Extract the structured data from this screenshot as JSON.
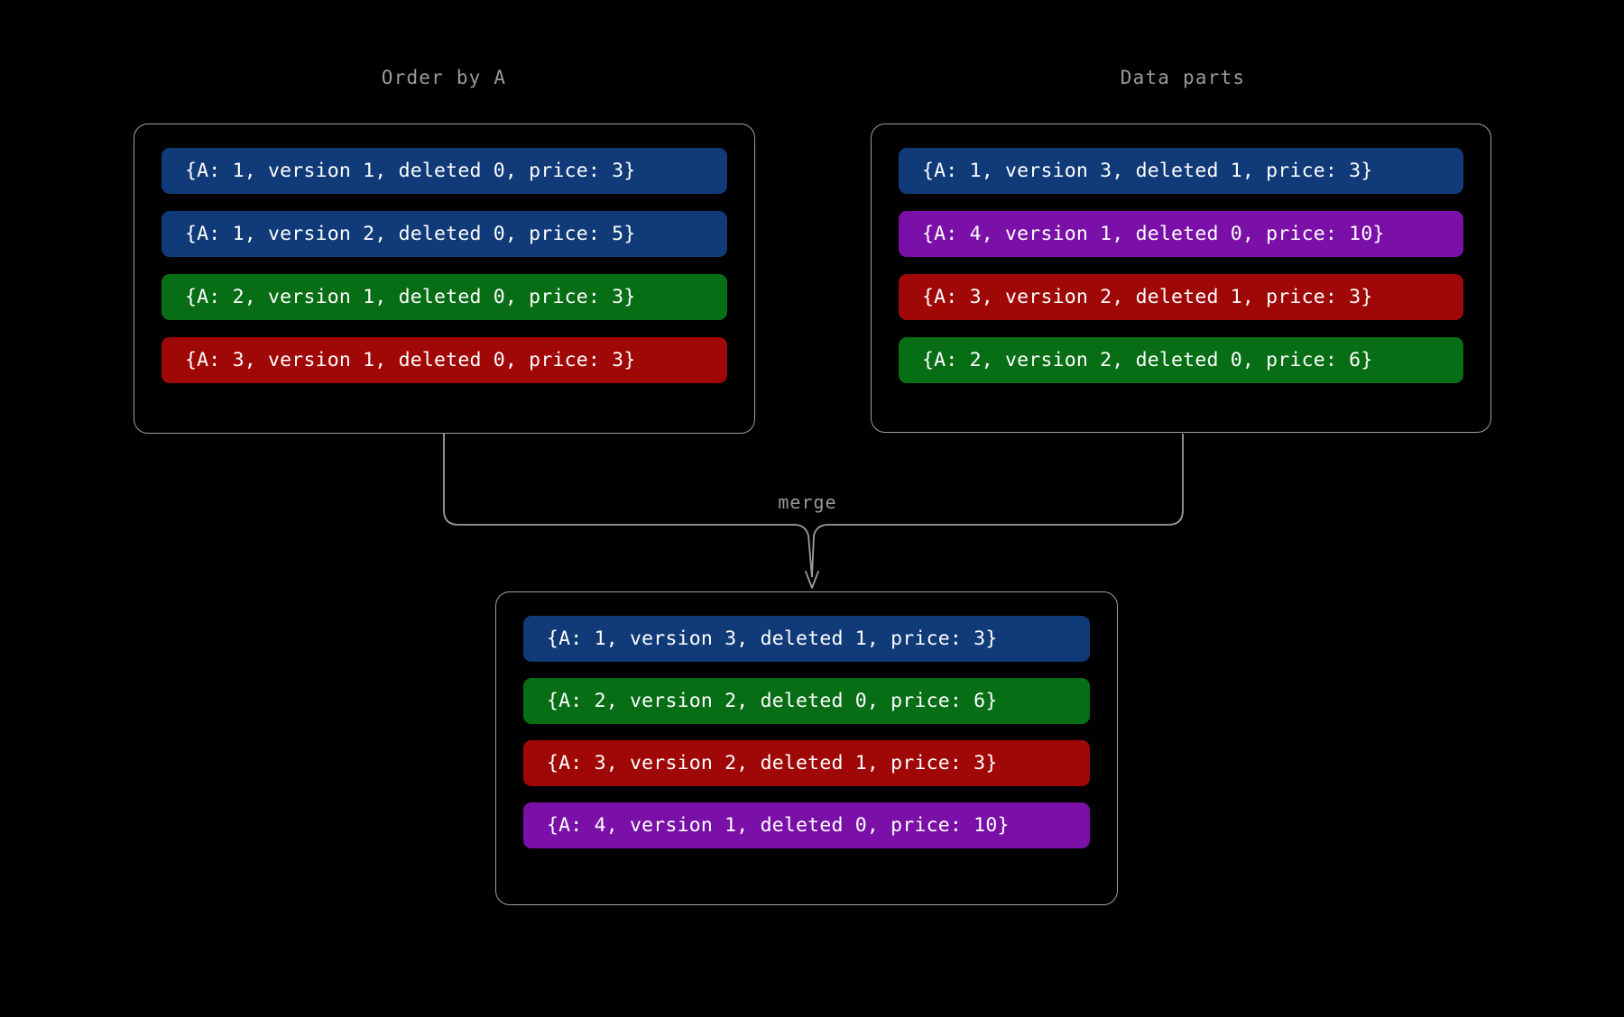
{
  "canvas": {
    "background": "#000000",
    "line_color": "#9e9e9e",
    "label_color": "#9a9a9a",
    "text_color": "#ffffff"
  },
  "palette": {
    "blue": "#103a78",
    "green": "#076e16",
    "red": "#a00808",
    "purple": "#7a10a8"
  },
  "groups": {
    "left": {
      "title": "Order by A",
      "rows": [
        {
          "text": "{A: 1, version 1, deleted 0, price: 3}",
          "color": "blue"
        },
        {
          "text": "{A: 1, version 2, deleted 0, price: 5}",
          "color": "blue"
        },
        {
          "text": "{A: 2, version 1, deleted 0, price: 3}",
          "color": "green"
        },
        {
          "text": "{A: 3, version 1, deleted 0, price: 3}",
          "color": "red"
        }
      ]
    },
    "right": {
      "title": "Data parts",
      "rows": [
        {
          "text": "{A: 1, version 3, deleted 1, price: 3}",
          "color": "blue"
        },
        {
          "text": "{A: 4, version 1, deleted 0, price: 10}",
          "color": "purple"
        },
        {
          "text": "{A: 3, version 2, deleted 1, price: 3}",
          "color": "red"
        },
        {
          "text": "{A: 2, version 2, deleted 0, price: 6}",
          "color": "green"
        }
      ]
    },
    "merged": {
      "rows": [
        {
          "text": "{A: 1, version 3, deleted 1, price: 3}",
          "color": "blue"
        },
        {
          "text": "{A: 2, version 2, deleted 0, price: 6}",
          "color": "green"
        },
        {
          "text": "{A: 3, version 2, deleted 1, price: 3}",
          "color": "red"
        },
        {
          "text": "{A: 4, version 1, deleted 0, price: 10}",
          "color": "purple"
        }
      ]
    }
  },
  "edges": {
    "merge_label": "merge"
  }
}
